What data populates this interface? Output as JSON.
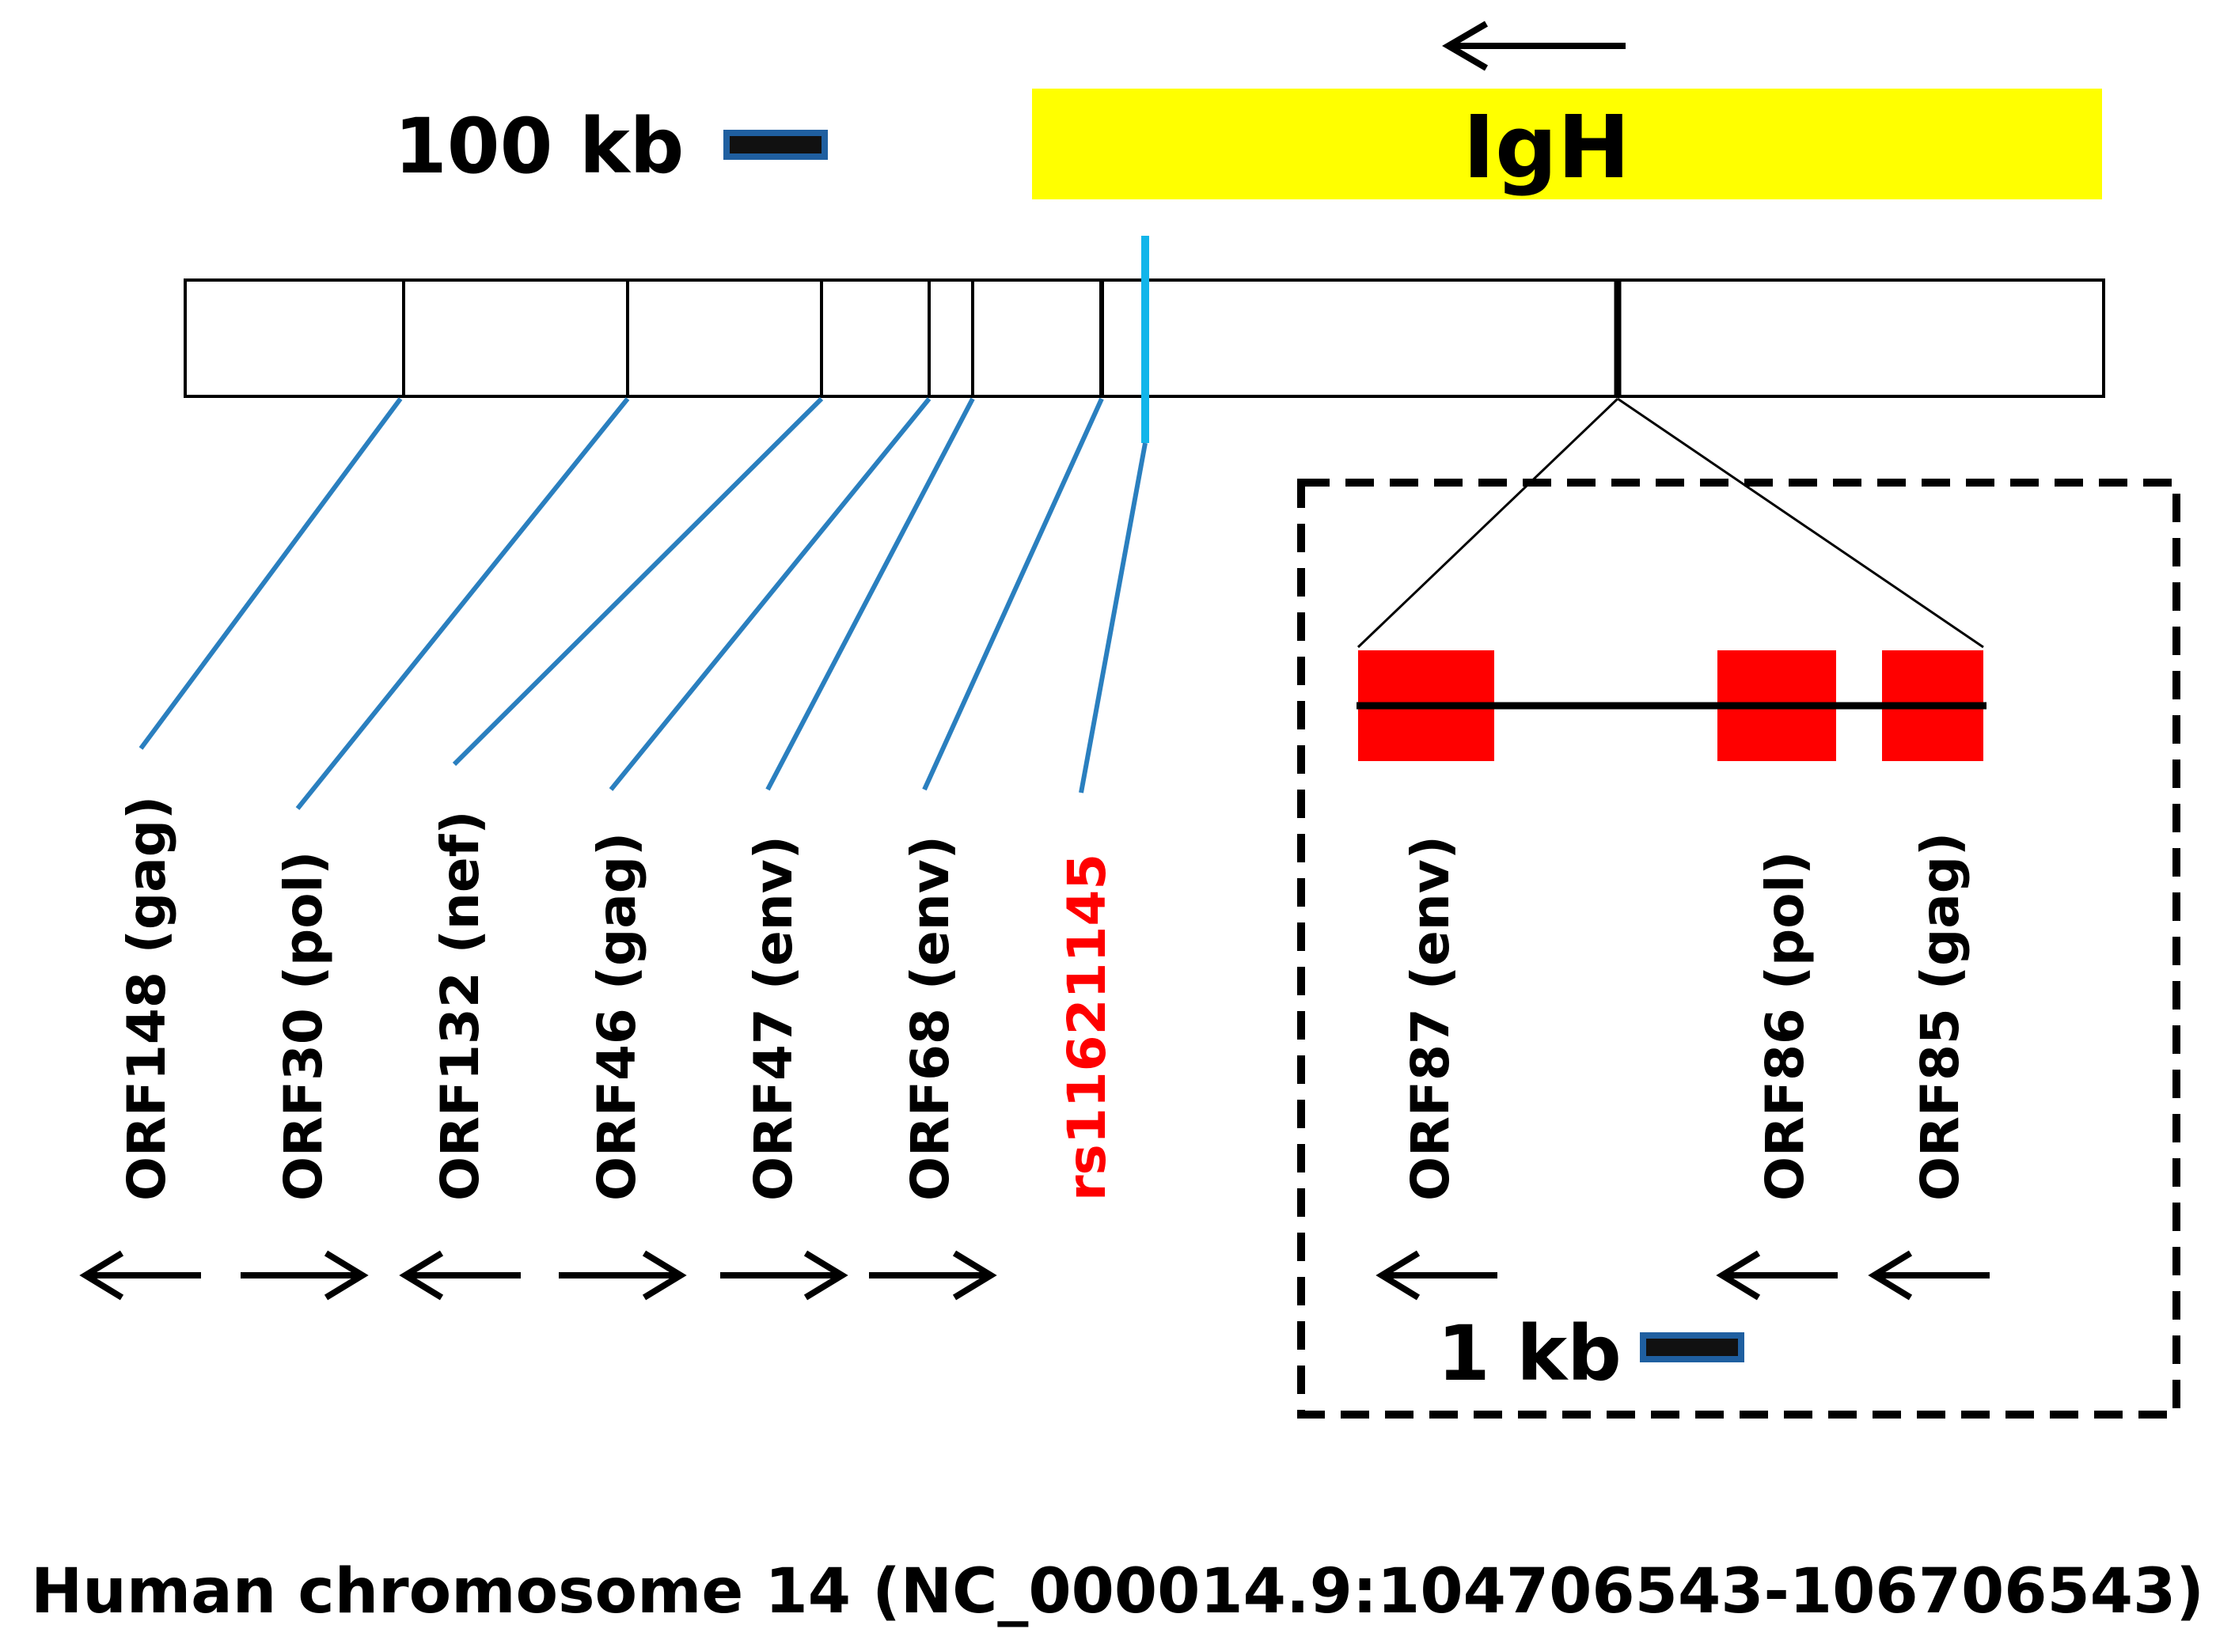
{
  "scale_bar_label": "100 kb",
  "region_label": "IgH",
  "snp": "rs11621145",
  "orf_labels": [
    "ORF148 (gag)",
    "ORF30 (pol)",
    "ORF132 (nef)",
    "ORF46 (gag)",
    "ORF47 (env)",
    "ORF68 (env)"
  ],
  "orf_directions": [
    "left",
    "right",
    "left",
    "right",
    "right",
    "right"
  ],
  "inset": {
    "scale_bar_label": "1 kb",
    "orf_labels": [
      "ORF87 (env)",
      "ORF86 (pol)",
      "ORF85 (gag)"
    ],
    "orf_directions": [
      "left",
      "left",
      "left"
    ]
  },
  "caption": "Human chromosome 14 (NC_000014.9:104706543-106706543)",
  "region_direction": "left",
  "colors": {
    "region_fill": "#ffff00",
    "snp_marker": "#12b5ea",
    "connector": "#2a7fbf",
    "snp_label": "#ff0000",
    "exon_fill": "#ff0000",
    "scale_bar_fill": "#111111",
    "scale_bar_border": "#1f5fa0"
  }
}
